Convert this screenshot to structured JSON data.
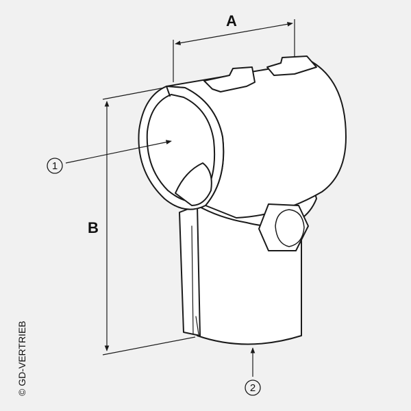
{
  "dimensions": {
    "a_label": "A",
    "b_label": "B"
  },
  "callouts": {
    "one": "1",
    "two": "2"
  },
  "copyright": "© GD-VERTRIEB",
  "colors": {
    "background": "#f1f1f1",
    "line": "#1a1a1a",
    "part_fill": "#ffffff"
  }
}
